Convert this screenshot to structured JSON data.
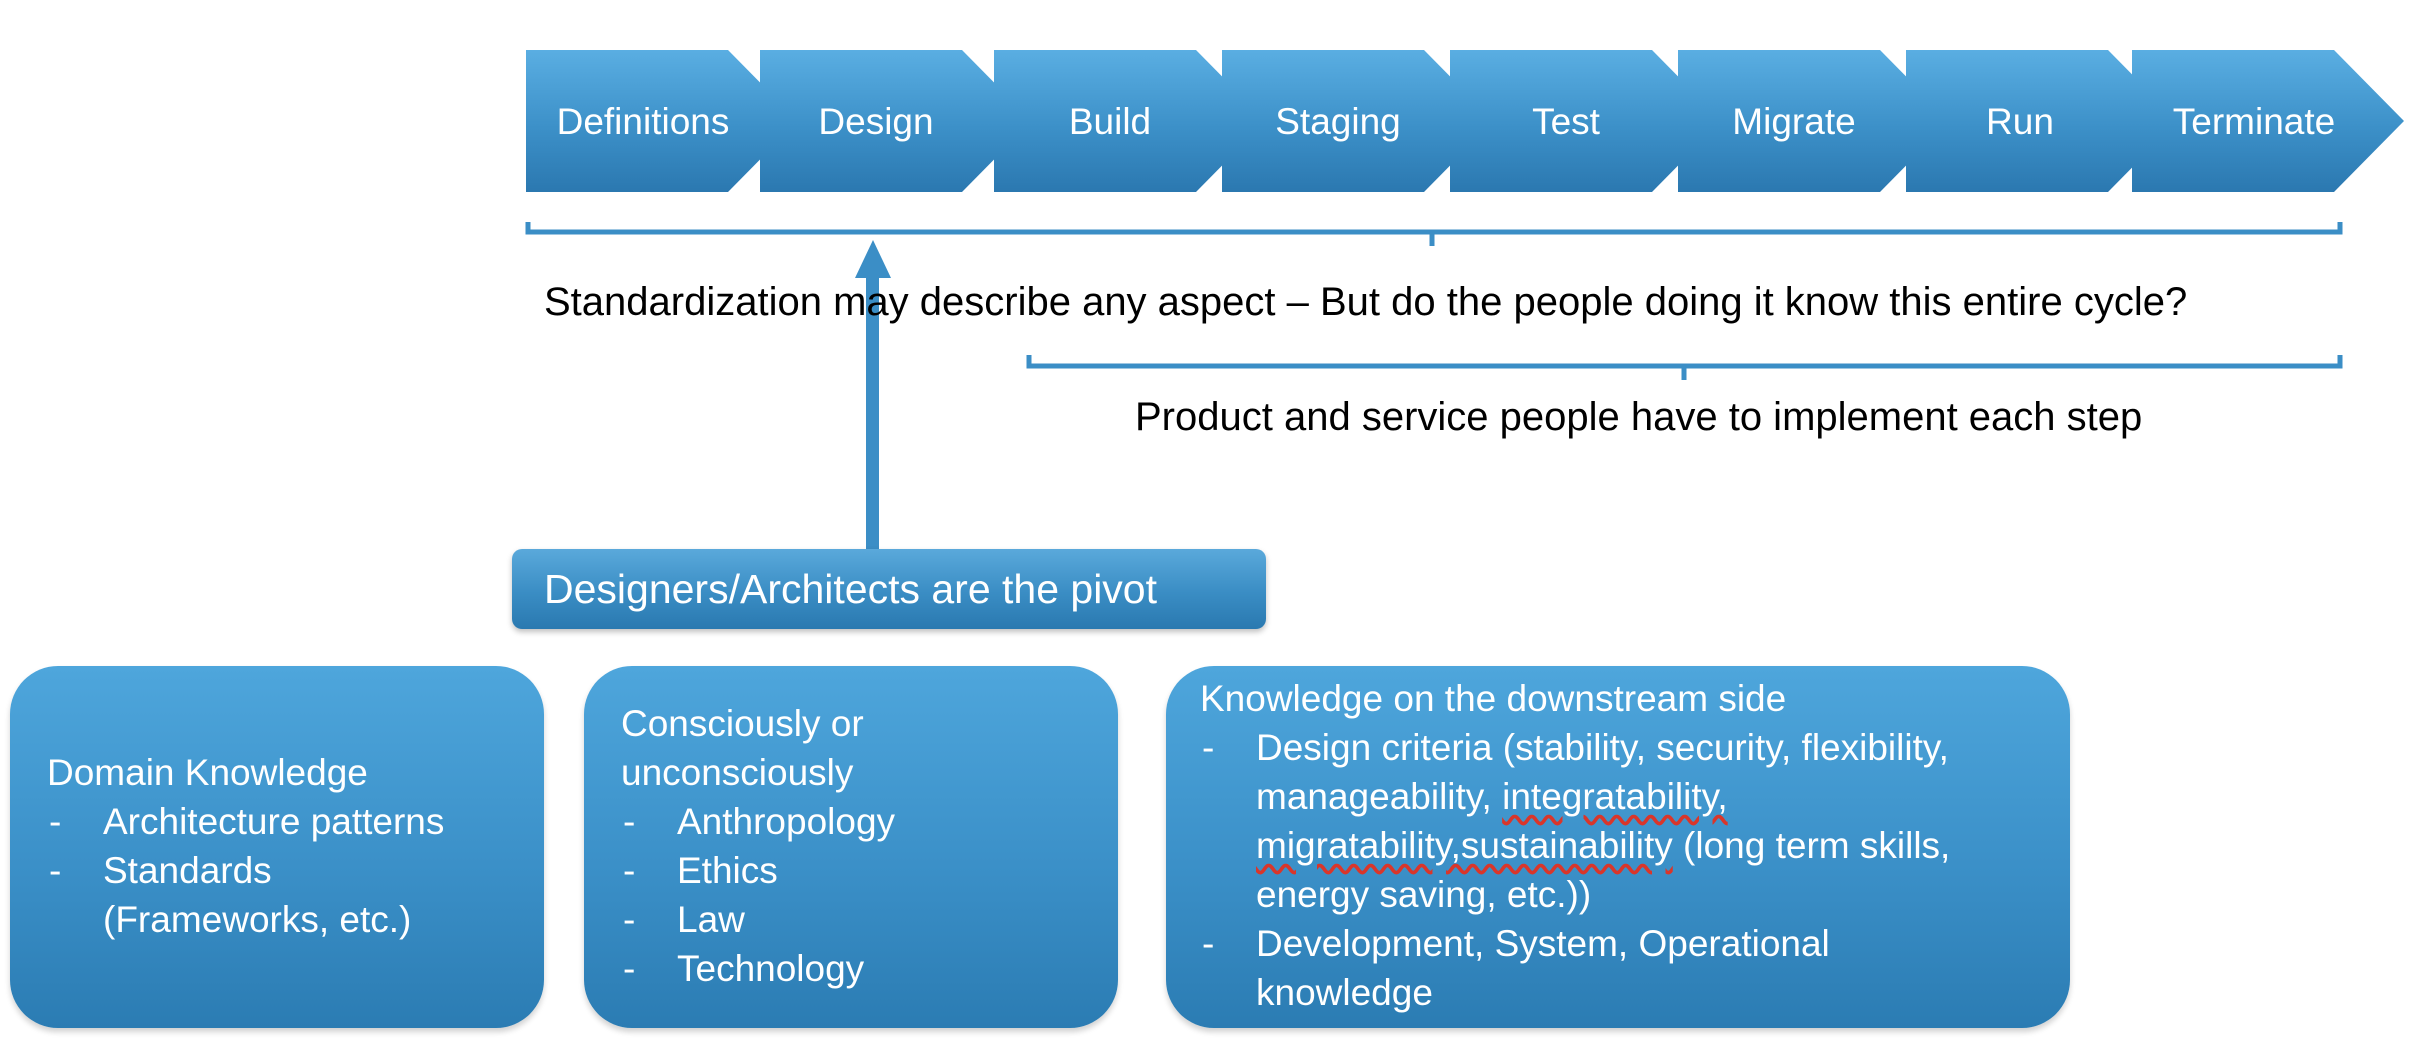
{
  "stages": [
    "Definitions",
    "Design",
    "Build",
    "Staging",
    "Test",
    "Migrate",
    "Run",
    "Terminate"
  ],
  "captions": {
    "standardization": "Standardization may describe any aspect – But do the people doing it know this entire cycle?",
    "implementation": "Product and service people have to implement each step"
  },
  "pivot": {
    "label": "Designers/Architects are the pivot"
  },
  "boxes": {
    "domain": {
      "title": "Domain Knowledge",
      "items": [
        "Architecture patterns",
        "Standards",
        "(Frameworks, etc.)"
      ]
    },
    "conscious": {
      "title_line1": "Consciously or",
      "title_line2": "unconsciously",
      "items": [
        "Anthropology",
        "Ethics",
        "Law",
        "Technology"
      ]
    },
    "downstream": {
      "title": "Knowledge on the downstream side",
      "criteria_line1": "Design criteria (stability, security, flexibility,",
      "criteria_line2a": "manageability, ",
      "criteria_line2b": "integratability,",
      "criteria_line3a": "migratability,sustainability",
      "criteria_line3b": " (long term skills,",
      "criteria_line4": "energy saving, etc.))",
      "knowledge_line1": "Development, System, Operational",
      "knowledge_line2": "knowledge"
    }
  },
  "colors": {
    "shape_top": "#5aaee2",
    "shape_bottom": "#2b78b0",
    "bracket": "#3b8ec6",
    "text_on_shape": "#ffffff"
  }
}
